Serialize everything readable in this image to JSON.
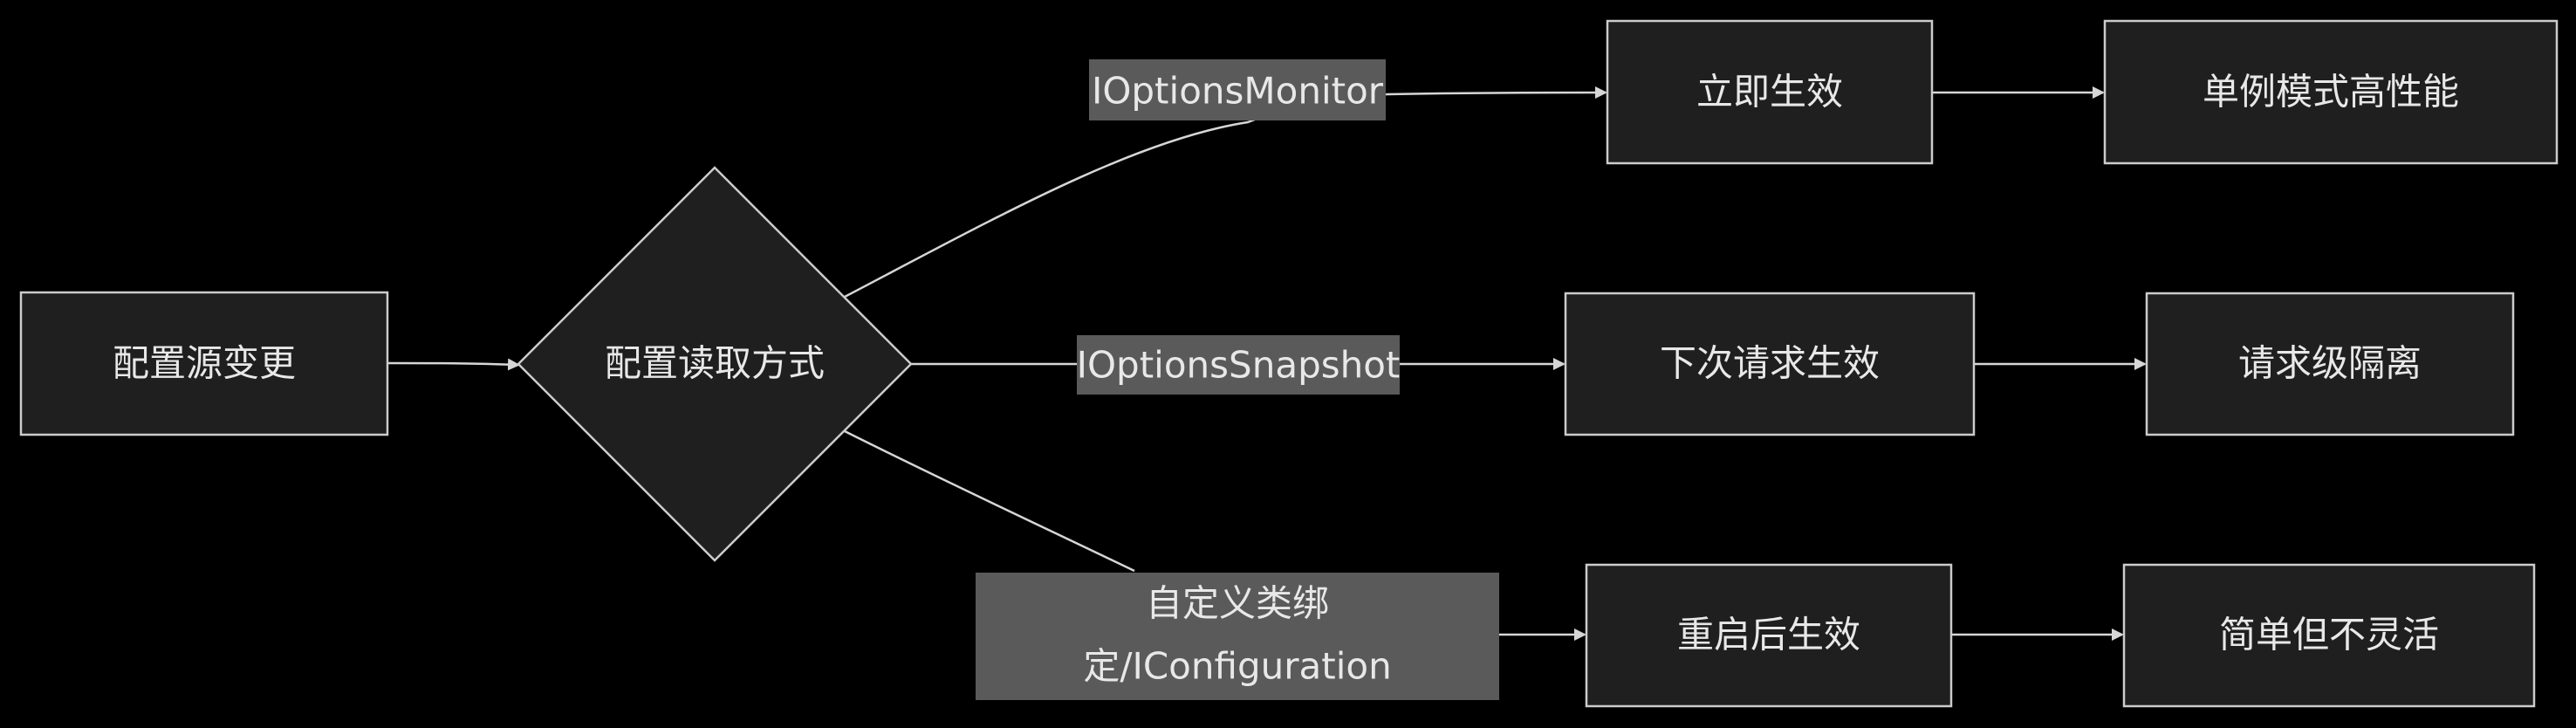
{
  "nodes": {
    "config_change": "配置源变更",
    "read_method": "配置读取方式",
    "immediate": "立即生效",
    "singleton": "单例模式高性能",
    "next_request": "下次请求生效",
    "request_isolation": "请求级隔离",
    "restart": "重启后生效",
    "simple": "简单但不灵活"
  },
  "edge_labels": {
    "monitor": "IOptionsMonitor",
    "snapshot": "IOptionsSnapshot",
    "custom_line1": "自定义类绑",
    "custom_line2": "定/IConfiguration"
  }
}
